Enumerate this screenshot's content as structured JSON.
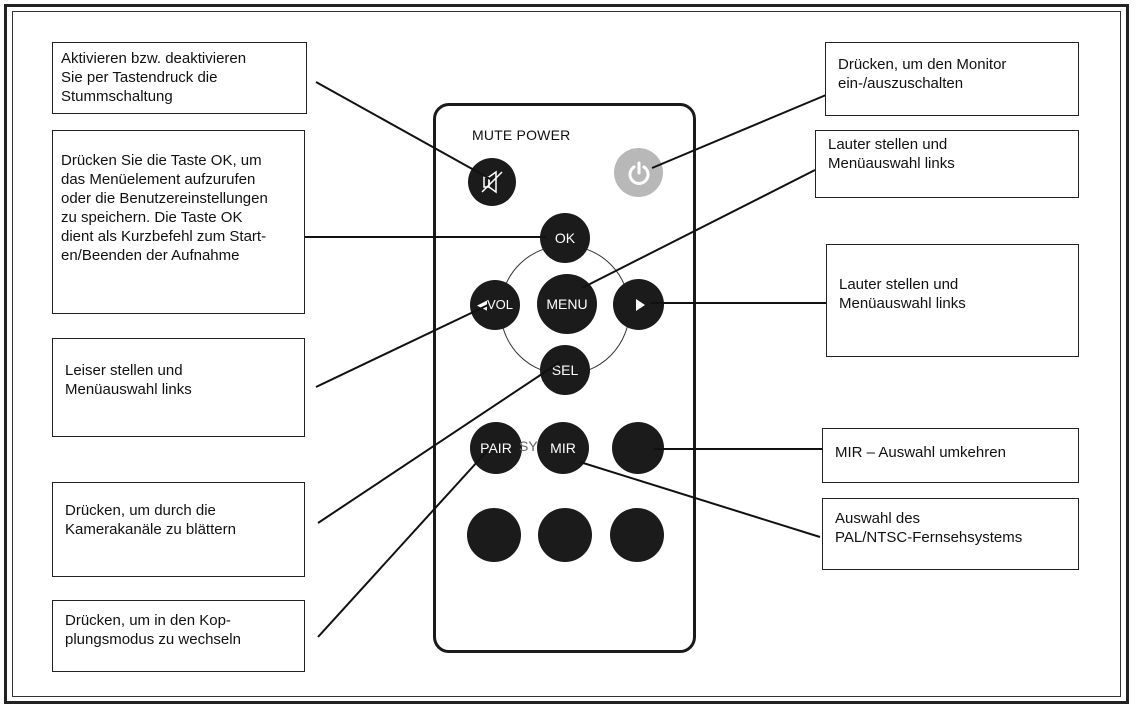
{
  "callouts": {
    "mute": "Aktivieren bzw. deaktivieren\nSie per Tastendruck die\nStummschaltung",
    "ok": "Drücken Sie die Taste OK, um\ndas Menüelement aufzurufen\noder die Benutzereinstellungen\nzu speichern.  Die Taste OK\ndient als Kurzbefehl zum Start-\nen/Beenden der Aufnahme",
    "vol_down": "Leiser stellen und\nMenüauswahl links",
    "sel": "Drücken, um durch die\nKamerakanäle zu blättern",
    "pair": "Drücken, um in den Kop-\nplungsmodus zu wechseln",
    "power": "Drücken, um den Monitor\nein-/auszuschalten",
    "menu": "Lauter stellen und\nMenüauswahl links",
    "vol_up": "Lauter stellen und\nMenüauswahl links",
    "mir": "MIR – Auswahl umkehren",
    "sys": "Auswahl des\nPAL/NTSC-Fernsehsystems"
  },
  "remote": {
    "top_label": "MUTE POWER",
    "buttons": {
      "ok": "OK",
      "vol": "◀VOL",
      "menu": "MENU",
      "sel": "SEL",
      "pair": "PAIR",
      "sys": "SYS",
      "mir": "MIR"
    }
  },
  "colors": {
    "button": "#1b1b1b",
    "power_button": "#b8b8b8"
  }
}
